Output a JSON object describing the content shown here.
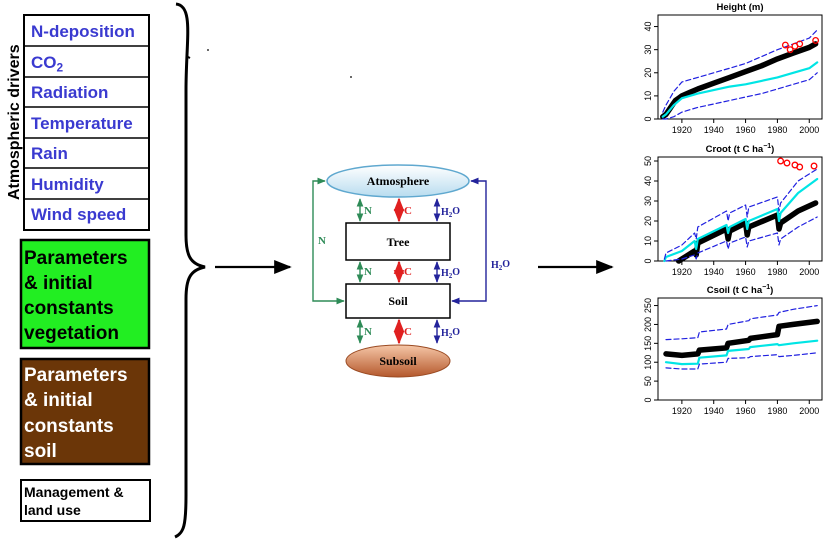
{
  "drivers": {
    "title": "Atmospheric drivers",
    "items": [
      "N-deposition",
      "CO2",
      "Radiation",
      "Temperature",
      "Rain",
      "Humidity",
      "Wind speed"
    ]
  },
  "param_veg": [
    "Parameters",
    "& initial",
    "constants",
    "vegetation"
  ],
  "param_soil": [
    "Parameters",
    "& initial",
    "constants",
    "soil"
  ],
  "management": [
    "Management &",
    "land use"
  ],
  "model": {
    "atmosphere": "Atmosphere",
    "tree": "Tree",
    "soil": "Soil",
    "subsoil": "Subsoil",
    "n": "N",
    "c": "C",
    "h2o": "H2O"
  },
  "colors": {
    "driver_text": "#3a3ad0",
    "vegetation": "#22ee22",
    "soil": "#6b3608",
    "n_arrow": "#2e8b57",
    "c_arrow": "#e02020",
    "h2o_arrow": "#23239b",
    "obs_mean": "#000000",
    "model": "#00e5e5",
    "bounds": "#2020e0",
    "extra_obs": "#ff0000"
  },
  "chart_data": [
    {
      "type": "line",
      "title": "Height (m)",
      "xlim": [
        1905,
        2008
      ],
      "ylim": [
        0,
        45
      ],
      "xticks": [
        "1920",
        "1940",
        "1960",
        "1980",
        "2000"
      ],
      "yticks": [
        "0",
        "10",
        "20",
        "30",
        "40"
      ],
      "series": [
        {
          "x": [
            1908,
            1910,
            1912,
            1914,
            1916,
            1918,
            1920,
            1925,
            1930,
            1940,
            1950,
            1960,
            1970,
            1980,
            1990,
            2000,
            2004
          ],
          "y": [
            1,
            2,
            4,
            6,
            8,
            9,
            10,
            11.5,
            13,
            15.5,
            18,
            20.5,
            23,
            26,
            28.5,
            31,
            32.5
          ]
        },
        {
          "x": [
            1908,
            1910,
            1915,
            1920,
            1930,
            1940,
            1950,
            1960,
            1970,
            1980,
            1990,
            2000,
            2005
          ],
          "y": [
            1,
            2,
            6,
            9,
            11,
            12.5,
            14,
            15,
            16.5,
            18,
            20,
            22,
            24.5
          ]
        },
        {
          "x": [
            1908,
            1910,
            1915,
            1920,
            1930,
            1940,
            1950,
            1960,
            1970,
            1980,
            1990,
            2000,
            2005
          ],
          "y": [
            3,
            6,
            12,
            16,
            18,
            20,
            22,
            24,
            27,
            30,
            32.5,
            35,
            38.5
          ]
        },
        {
          "x": [
            1908,
            1910,
            1915,
            1920,
            1930,
            1940,
            1950,
            1960,
            1970,
            1980,
            1990,
            2000,
            2005
          ],
          "y": [
            0,
            0,
            1,
            3,
            5,
            6.5,
            8,
            9.5,
            11,
            13,
            15,
            17,
            20
          ]
        },
        {
          "x": [
            1985,
            1988,
            1991,
            1994,
            2004
          ],
          "y": [
            32,
            30,
            31.5,
            32.5,
            34
          ]
        }
      ]
    },
    {
      "type": "line",
      "title": "Croot (t C ha",
      "xlim": [
        1905,
        2008
      ],
      "ylim": [
        0,
        52
      ],
      "xticks": [
        "1920",
        "1940",
        "1960",
        "1980",
        "2000"
      ],
      "yticks": [
        "0",
        "10",
        "20",
        "30",
        "40",
        "50"
      ],
      "series": [
        {
          "x": [
            1918,
            1928,
            1929,
            1930,
            1948,
            1949,
            1950,
            1960,
            1961,
            1962,
            1980,
            1981,
            1982,
            1993,
            2004
          ],
          "y": [
            0,
            5,
            3,
            9,
            16,
            11,
            15,
            19,
            13,
            17,
            23,
            16,
            19,
            25,
            29
          ]
        },
        {
          "x": [
            1909,
            1910,
            1920,
            1928,
            1929,
            1930,
            1948,
            1949,
            1950,
            1960,
            1961,
            1962,
            1980,
            1981,
            1982,
            1993,
            2005
          ],
          "y": [
            0,
            2,
            5,
            10,
            6,
            11,
            18,
            14,
            17,
            21,
            16,
            20,
            26,
            20,
            24,
            34,
            41
          ]
        },
        {
          "x": [
            1909,
            1910,
            1920,
            1928,
            1929,
            1930,
            1948,
            1949,
            1950,
            1960,
            1961,
            1962,
            1980,
            1981,
            1982,
            1993,
            2005
          ],
          "y": [
            1,
            4,
            8,
            14,
            11,
            17,
            25,
            20,
            24,
            28,
            22,
            27,
            32,
            25,
            29,
            40,
            46
          ]
        },
        {
          "x": [
            1910,
            1920,
            1928,
            1929,
            1930,
            1948,
            1949,
            1950,
            1960,
            1961,
            1962,
            1980,
            1981,
            1982,
            1993,
            2005
          ],
          "y": [
            0,
            1,
            3,
            1,
            4,
            10,
            6,
            9,
            12,
            7,
            10,
            14,
            8,
            11,
            17,
            22
          ]
        },
        {
          "x": [
            1982,
            1986,
            1991,
            1994,
            2003
          ],
          "y": [
            50,
            49,
            48,
            47,
            47.5
          ]
        }
      ]
    },
    {
      "type": "line",
      "title": "Csoil (t C ha",
      "xlim": [
        1905,
        2008
      ],
      "ylim": [
        0,
        270
      ],
      "xticks": [
        "1920",
        "1940",
        "1960",
        "1980",
        "2000"
      ],
      "yticks": [
        "0",
        "50",
        "100",
        "150",
        "200",
        "250"
      ],
      "series": [
        {
          "x": [
            1910,
            1920,
            1930,
            1931,
            1948,
            1949,
            1962,
            1963,
            1980,
            1981,
            1990,
            2005
          ],
          "y": [
            122,
            118,
            122,
            132,
            138,
            150,
            158,
            163,
            173,
            195,
            200,
            208
          ]
        },
        {
          "x": [
            1910,
            1920,
            1930,
            1931,
            1948,
            1949,
            1962,
            1963,
            1980,
            1981,
            1990,
            2005
          ],
          "y": [
            100,
            95,
            96,
            112,
            118,
            130,
            135,
            140,
            148,
            145,
            150,
            157
          ]
        },
        {
          "x": [
            1910,
            1920,
            1930,
            1931,
            1948,
            1949,
            1962,
            1963,
            1980,
            1981,
            1990,
            2005
          ],
          "y": [
            160,
            162,
            165,
            180,
            188,
            200,
            210,
            215,
            225,
            232,
            240,
            250
          ]
        },
        {
          "x": [
            1910,
            1920,
            1930,
            1931,
            1948,
            1949,
            1962,
            1963,
            1980,
            1981,
            1990,
            2005
          ],
          "y": [
            85,
            82,
            82,
            95,
            100,
            110,
            112,
            115,
            120,
            115,
            118,
            125
          ]
        }
      ]
    }
  ]
}
